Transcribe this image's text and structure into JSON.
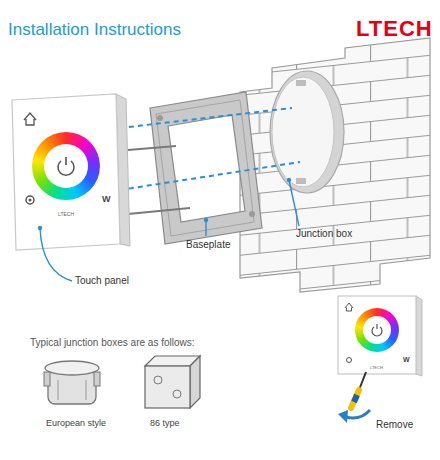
{
  "diagram": {
    "title": "Installation Instructions",
    "labels": [
      "LTECH",
      "W",
      "LTECH",
      "Baseplate",
      "Junction box",
      "Touch panel",
      "Typical junction boxes are as follows:",
      "European style",
      "86 type",
      "W",
      "LTECH",
      "Remove"
    ]
  }
}
